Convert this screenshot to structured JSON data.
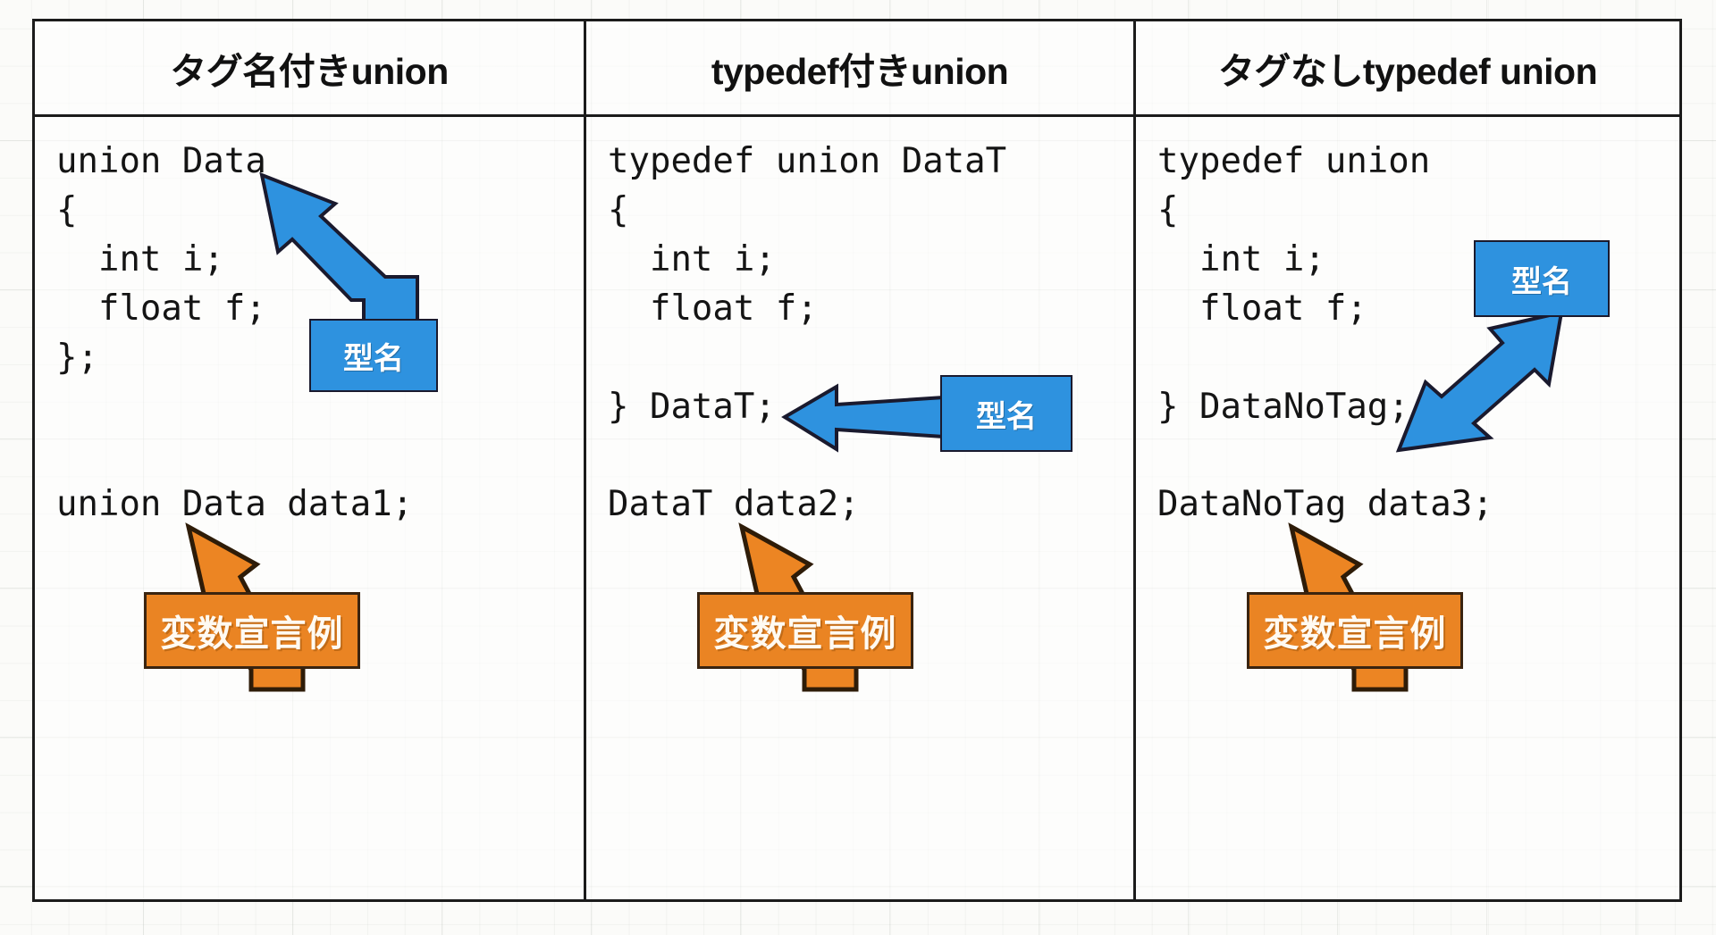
{
  "page": {
    "title": "union declaration styles comparison",
    "background": "#fbfbf9",
    "grid_color": "#e4e8e4"
  },
  "colors": {
    "blue_callout": "#2e92df",
    "orange_callout": "#ea8423",
    "border": "#1b1b1b",
    "code_text": "#141414"
  },
  "table": {
    "headers": [
      "タグ名付きunion",
      "typedef付きunion",
      "タグなしtypedef union"
    ],
    "columns": [
      {
        "id": "tagged-union",
        "code_lines": [
          "union Data",
          "{",
          "  int i;",
          "  float f;",
          "};"
        ],
        "declaration": "union Data data1;",
        "type_callout": "型名",
        "var_callout": "変数宣言例"
      },
      {
        "id": "typedef-union",
        "code_lines": [
          "typedef union DataT",
          "{",
          "  int i;",
          "  float f;",
          "",
          "} DataT;"
        ],
        "declaration": "DataT data2;",
        "type_callout": "型名",
        "var_callout": "変数宣言例"
      },
      {
        "id": "anonymous-typedef-union",
        "code_lines": [
          "typedef union",
          "{",
          "  int i;",
          "  float f;",
          "",
          "} DataNoTag;"
        ],
        "declaration": "DataNoTag data3;",
        "type_callout": "型名",
        "var_callout": "変数宣言例"
      }
    ]
  }
}
